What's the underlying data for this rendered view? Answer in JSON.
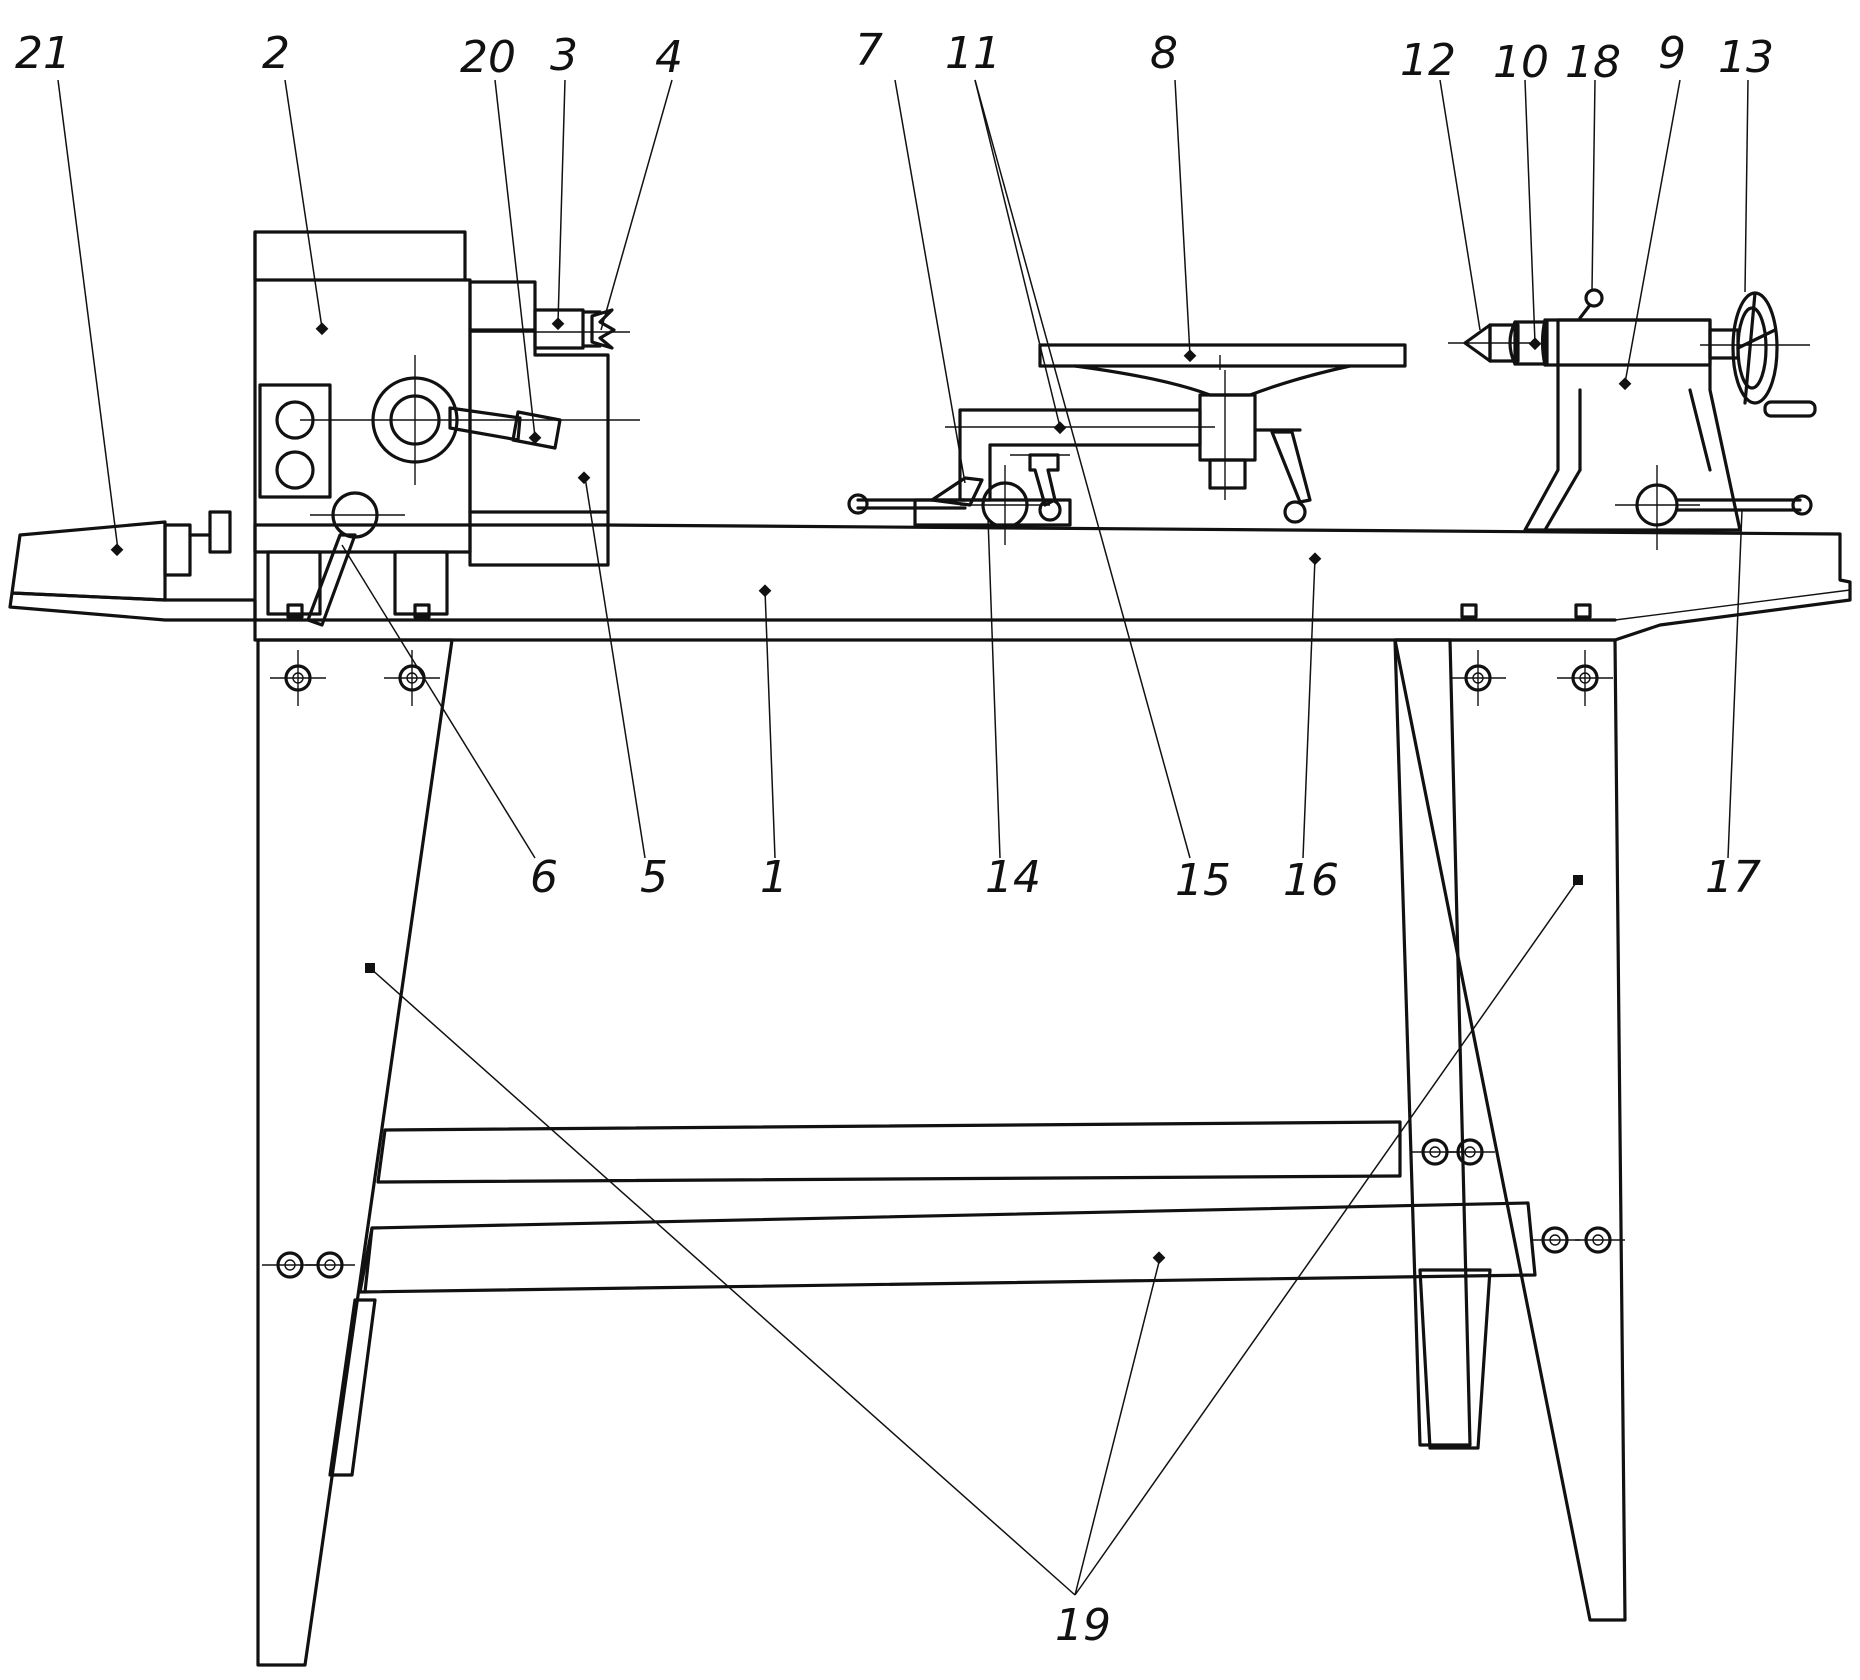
{
  "callouts": [
    {
      "id": "c21",
      "label": "21"
    },
    {
      "id": "c2",
      "label": "2"
    },
    {
      "id": "c20",
      "label": "20"
    },
    {
      "id": "c3",
      "label": "3"
    },
    {
      "id": "c4",
      "label": "4"
    },
    {
      "id": "c7",
      "label": "7"
    },
    {
      "id": "c11",
      "label": "11"
    },
    {
      "id": "c8",
      "label": "8"
    },
    {
      "id": "c12",
      "label": "12"
    },
    {
      "id": "c10",
      "label": "10"
    },
    {
      "id": "c18",
      "label": "18"
    },
    {
      "id": "c9",
      "label": "9"
    },
    {
      "id": "c13",
      "label": "13"
    },
    {
      "id": "c6",
      "label": "6"
    },
    {
      "id": "c5",
      "label": "5"
    },
    {
      "id": "c1",
      "label": "1"
    },
    {
      "id": "c14",
      "label": "14"
    },
    {
      "id": "c15",
      "label": "15"
    },
    {
      "id": "c16",
      "label": "16"
    },
    {
      "id": "c17",
      "label": "17"
    },
    {
      "id": "c19",
      "label": "19"
    }
  ]
}
